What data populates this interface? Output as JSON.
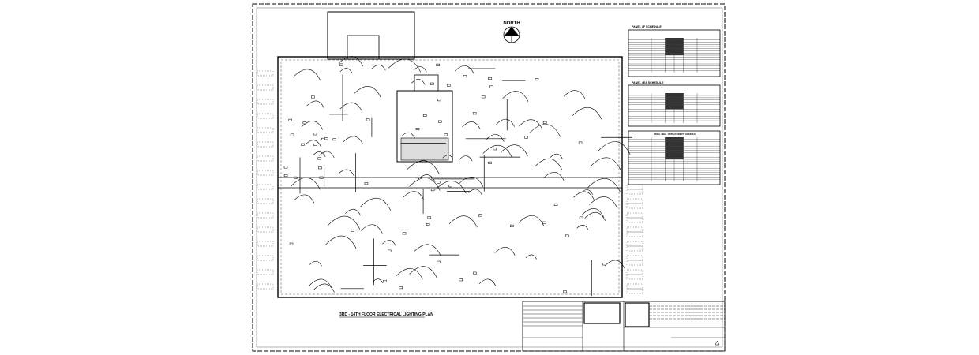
{
  "drawing": {
    "title": "3RD - 14TH FLOOR ELECTRICAL LIGHTING PLAN",
    "north_label": "NORTH"
  },
  "schedules": [
    {
      "title": "PANEL 3F SCHEDULE"
    },
    {
      "title": "PANEL 4EA SCHEDULE"
    },
    {
      "title": "PANEL 4EEA - REPLACEMENT SCHEDULE"
    }
  ],
  "colors": {
    "ink": "#000000",
    "paper": "#ffffff",
    "grey": "#777777"
  }
}
